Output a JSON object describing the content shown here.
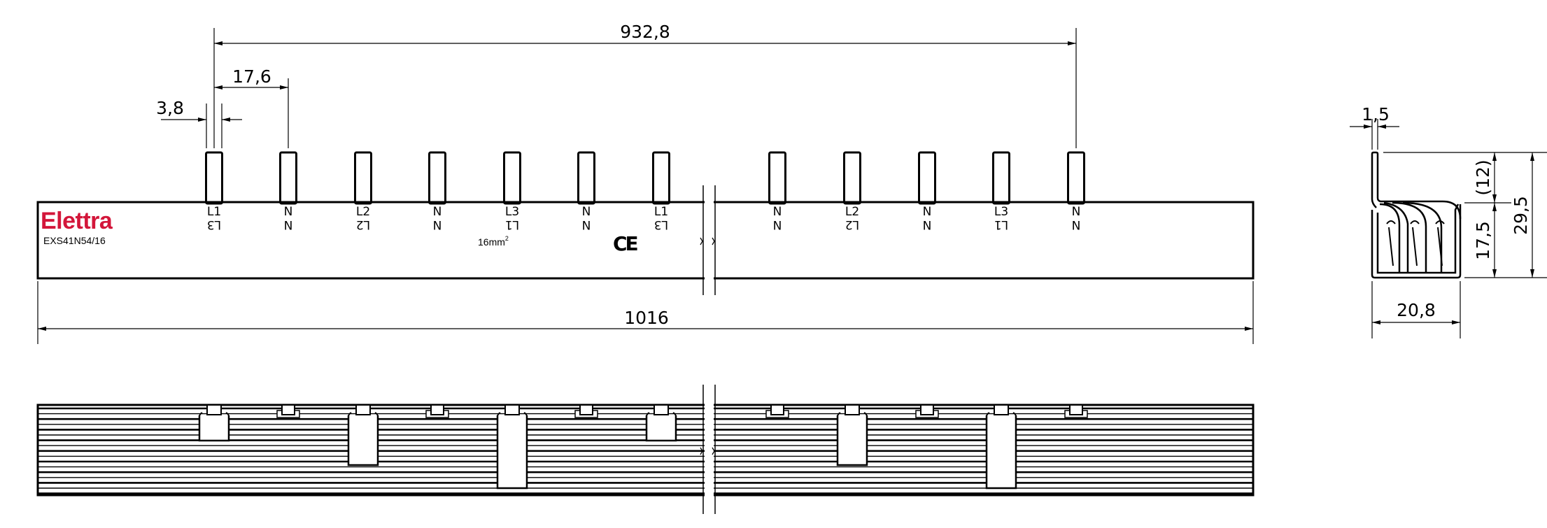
{
  "brand": {
    "name": "Elettra",
    "color": "#d3163a"
  },
  "product_code": "EXS41N54/16",
  "cross_section": "16mm",
  "cross_section_sup": "2",
  "certification_mark": "CE",
  "dimensions": {
    "pin_span": "932,8",
    "pin_pitch": "17,6",
    "pin_width": "3,8",
    "overall_length": "1016",
    "side_pin_thickness": "1,5",
    "pin_height": "(12)",
    "total_height": "29,5",
    "body_height": "17,5",
    "body_width": "20,8"
  },
  "pins": [
    {
      "top": "L1",
      "bottom": "L3",
      "type": "L1"
    },
    {
      "top": "N",
      "bottom": "N",
      "type": "N"
    },
    {
      "top": "L2",
      "bottom": "L2",
      "type": "L2"
    },
    {
      "top": "N",
      "bottom": "N",
      "type": "N"
    },
    {
      "top": "L3",
      "bottom": "L1",
      "type": "L3"
    },
    {
      "top": "N",
      "bottom": "N",
      "type": "N"
    },
    {
      "top": "L1",
      "bottom": "L3",
      "type": "L1"
    },
    {
      "top": "N",
      "bottom": "N",
      "type": "N"
    },
    {
      "top": "L2",
      "bottom": "L2",
      "type": "L2"
    },
    {
      "top": "N",
      "bottom": "N",
      "type": "N"
    },
    {
      "top": "L3",
      "bottom": "L1",
      "type": "L3"
    },
    {
      "top": "N",
      "bottom": "N",
      "type": "N"
    }
  ]
}
